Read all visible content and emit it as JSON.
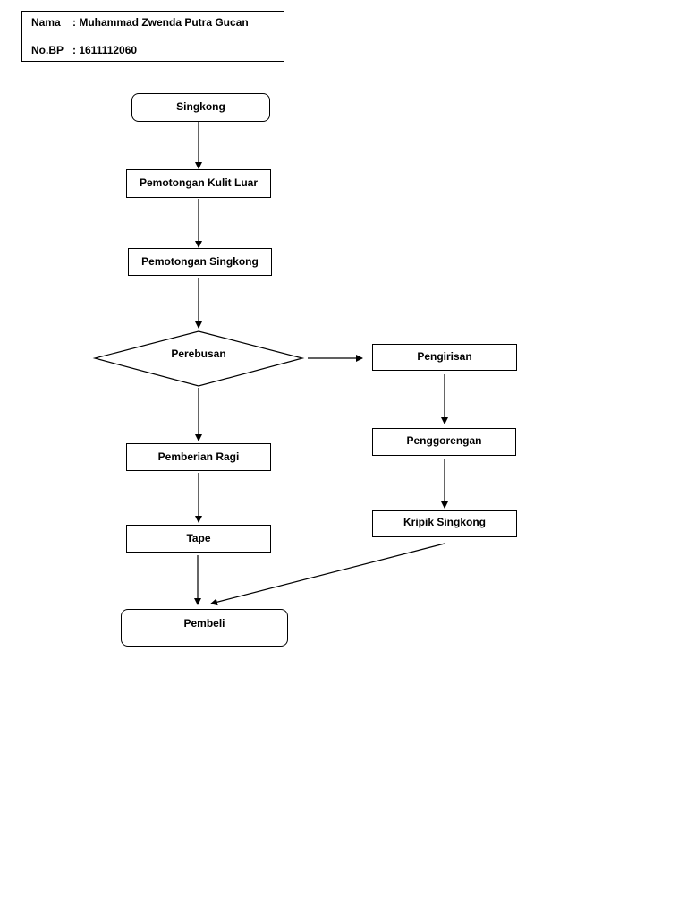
{
  "header": {
    "nama_label": "Nama",
    "nama_value": ": Muhammad  Zwenda Putra Gucan",
    "nobp_label": "No.BP",
    "nobp_value": ": 1611112060"
  },
  "nodes": {
    "singkong": "Singkong",
    "pemotongan_kulit_luar": "Pemotongan Kulit Luar",
    "pemotongan_singkong": "Pemotongan Singkong",
    "perebusan": "Perebusan",
    "pemberian_ragi": "Pemberian Ragi",
    "tape": "Tape",
    "pembeli": "Pembeli",
    "pengirisan": "Pengirisan",
    "penggorengan": "Penggorengan",
    "kripik_singkong": "Kripik Singkong"
  }
}
